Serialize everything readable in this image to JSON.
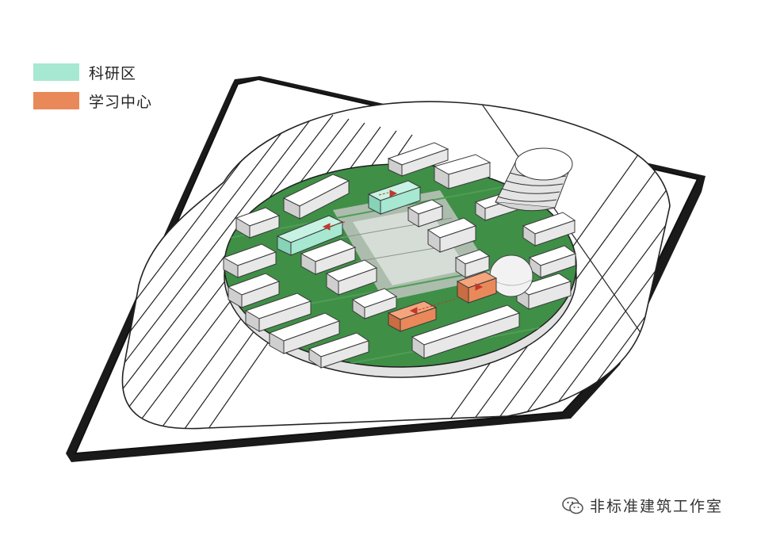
{
  "legend": {
    "items": [
      {
        "label": "科研区",
        "color": "#a6e8d2"
      },
      {
        "label": "学习中心",
        "color": "#e9895a"
      }
    ]
  },
  "watermark": {
    "text": "非标准建筑工作室",
    "icon": "wechat-icon"
  },
  "colors": {
    "site": "#ffffff",
    "outline": "#111111",
    "green": "#3f8f47",
    "building": "#f6f6f6",
    "shadow": "#cfcfcf",
    "research": "#a6e8d2",
    "learning": "#e9895a",
    "arrow": "#c0392b"
  }
}
